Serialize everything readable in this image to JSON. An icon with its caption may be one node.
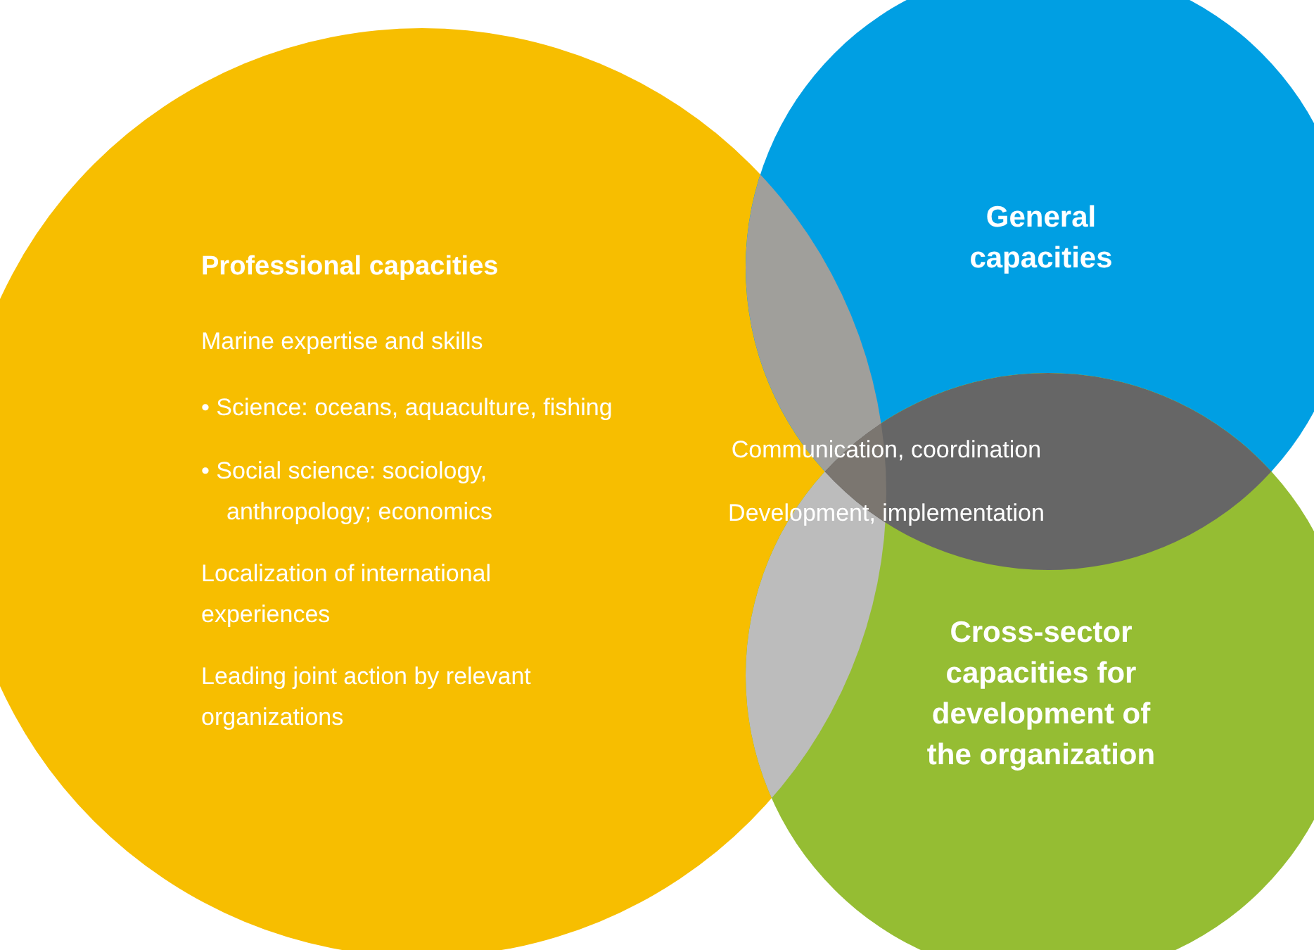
{
  "diagram": {
    "nodes": [
      {
        "text": [
          "Professional capacities",
          "Marine expertise and skills",
          "• Science: oceans, aquaculture, fishing",
          "• Social science: sociology, anthropology; economics",
          "Localization of international experiences",
          "Leading joint action by relevant organizations"
        ]
      },
      {
        "text": [
          "General capacities"
        ]
      },
      {
        "text": [
          "Cross-sector capacities for development of the organization"
        ]
      }
    ],
    "labels": [
      "Communication, coordination",
      "Development, implementation"
    ]
  }
}
